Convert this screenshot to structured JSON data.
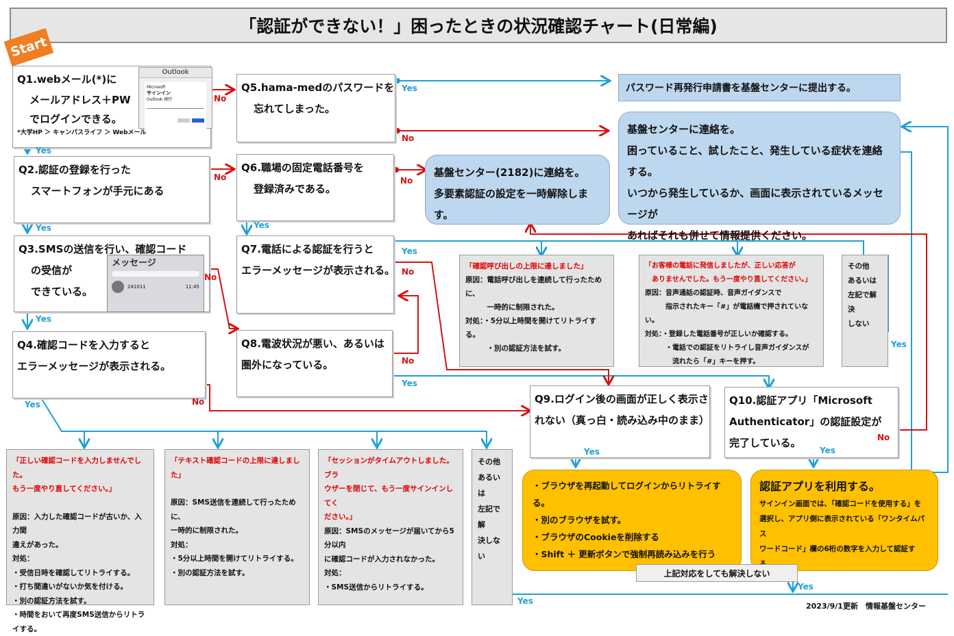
{
  "title": "「認証ができない！」困ったときの状況確認チャート(日常編)",
  "start_label": "Start",
  "yes": "Yes",
  "no": "No",
  "q1": {
    "lines": [
      "Q1.webメール(*)に",
      "メールアドレス＋PW",
      "でログインできる。"
    ],
    "note": "*大学HP ＞ キャンパスライフ ＞ Webメール",
    "shot_title": "Outlook",
    "shot_brand": "Microsoft",
    "shot_signin": "サインイン",
    "shot_sub": "Outlook 続行"
  },
  "q2": {
    "lines": [
      "Q2.認証の登録を行った",
      "スマートフォンが手元にある"
    ]
  },
  "q3": {
    "lines": [
      "Q3.SMSの送信を行い、確認コード",
      "の受信が",
      "できている。"
    ],
    "shot_title": "メッセージ",
    "shot_code": "241011",
    "shot_time": "11:45"
  },
  "q4": {
    "lines": [
      "Q4.確認コードを入力すると",
      "エラーメッセージが表示される。"
    ]
  },
  "q5": {
    "lines": [
      "Q5.hama-medのパスワードを",
      "忘れてしまった。"
    ]
  },
  "q6": {
    "lines": [
      "Q6.職場の固定電話番号を",
      "登録済みである。"
    ]
  },
  "q7": {
    "lines": [
      "Q7.電話による認証を行うと",
      "エラーメッセージが表示される。"
    ]
  },
  "q8": {
    "lines": [
      "Q8.電波状況が悪い、あるいは",
      "圏外になっている。"
    ]
  },
  "q9": {
    "lines": [
      "Q9.ログイン後の画面が正しく表示さ",
      "れない（真っ白・読み込み中のまま）"
    ]
  },
  "q10": {
    "lines": [
      "Q10.認証アプリ「Microsoft",
      "Authenticator」の認証設定が",
      "完了している。"
    ]
  },
  "r_password": "パスワード再発行申請書を基盤センターに提出する。",
  "r_contact": {
    "lines": [
      "基盤センターに連絡を。",
      "困っていること、試したこと、発生している症状を連絡する。",
      "いつから発生しているか、画面に表示されているメッセージが",
      "あればそれも併せて情報提供ください。"
    ]
  },
  "r_2182": {
    "lines": [
      "基盤センター(2182)に連絡を。",
      "多要素認証の設定を一時解除します。"
    ]
  },
  "e_call_limit": {
    "head": [
      "「確認呼び出しの上限に達しました」"
    ],
    "body": [
      "原因：電話呼び出しを連続して行ったために、",
      "　　　一時的に制限された。",
      "対処：・5分以上時間を開けてリトライする。",
      "　　　・別の認証方法を試す。"
    ]
  },
  "e_phone_answer": {
    "head": [
      "「お客様の電話に発信しましたが、正しい応答が",
      "　ありませんでした。もう一度やり直してください。」"
    ],
    "body": [
      "原因：音声通話の認証時、音声ガイダンスで",
      "　　　指示されたキー「#」が電話機で押されていない。",
      "対処：・登録した電話番号が正しいか確認する。",
      "　　　・電話での認証をリトライし音声ガイダンスが",
      "　　　　流れたら「#」キーを押す。"
    ]
  },
  "e_other_right": [
    "その他",
    "あるいは",
    "左記で解決",
    "しない"
  ],
  "e_wrong_code": {
    "head": [
      "「正しい確認コードを入力しませんでした。",
      "もう一度やり直してください。」"
    ],
    "body": [
      "",
      "原因：入力した確認コードが古いか、入力間",
      "違えがあった。",
      "対処：",
      "・受信日時を確認してリトライする。",
      "・打ち間違いがないか気を付ける。",
      "・別の認証方法を試す。",
      "・時間をおいて再度SMS送信からリトライする。"
    ]
  },
  "e_text_limit": {
    "head": [
      "「テキスト確認コードの上限に達しまし",
      "た」"
    ],
    "body": [
      "",
      "原因：SMS送信を連続して行ったために、",
      "一時的に制限された。",
      "対処：",
      "・5分以上時間を開けてリトライする。",
      "・別の認証方法を試す。"
    ]
  },
  "e_session": {
    "head": [
      "「セッションがタイムアウトしました。ブラ",
      "ウザーを閉じて、もう一度サインインしてく",
      "ださい。」"
    ],
    "body": [
      "原因：SMSのメッセージが届いてから5分以内",
      "に確認コードが入力されなかった。",
      "対処：",
      "・SMS送信からリトライする。"
    ]
  },
  "e_other_bottom": [
    "その他",
    "あるいは",
    "左記で解",
    "決しない"
  ],
  "browser_actions": [
    "・ブラウザを再起動してログインからリトライする。",
    "・別のブラウザを試す。",
    "・ブラウザのCookieを削除する",
    "・Shift ＋ 更新ボタンで強制再読み込みを行う"
  ],
  "app": {
    "title": "認証アプリを利用する。",
    "body": [
      "サインイン画面では、「確認コードを使用する」を",
      "選択し、アプリ側に表示されている「ワンタイムパス",
      "ワードコード」欄の6桁の数字を入力して認証する。"
    ]
  },
  "unresolved": "上記対応をしても解決しない",
  "footer": "2023/9/1更新　情報基盤センター",
  "colors": {
    "yes_line": "#1f9fd8",
    "no_line": "#d81010",
    "info_blue": "#bdd7ee",
    "action_orange": "#ffc000",
    "start_orange": "#f07f24"
  }
}
